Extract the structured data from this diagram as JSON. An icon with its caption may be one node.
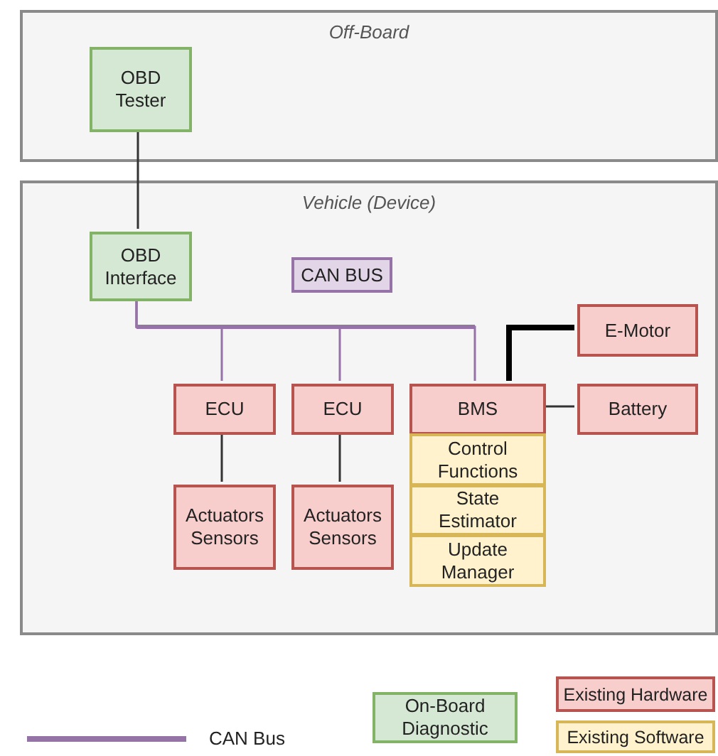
{
  "diagram": {
    "nodes": [
      {
        "text": [
          "Off-Board"
        ]
      },
      {
        "text": [
          "OBD Tester"
        ],
        "in": 0
      },
      {
        "text": [
          "Vehicle (Device)"
        ]
      },
      {
        "text": [
          "OBD Interface"
        ],
        "in": 2
      },
      {
        "text": [
          "CAN BUS"
        ],
        "in": 2
      },
      {
        "text": [
          "E-Motor"
        ],
        "in": 2
      },
      {
        "text": [
          "ECU"
        ],
        "in": 2
      },
      {
        "text": [
          "ECU"
        ],
        "in": 2
      },
      {
        "text": [
          "BMS"
        ],
        "in": 2
      },
      {
        "text": [
          "Battery"
        ],
        "in": 2
      },
      {
        "text": [
          "Control Functions"
        ],
        "in": 2
      },
      {
        "text": [
          "Actuators Sensors"
        ],
        "in": 2
      },
      {
        "text": [
          "Actuators Sensors"
        ],
        "in": 2
      },
      {
        "text": [
          "State Estimator"
        ],
        "in": 2
      },
      {
        "text": [
          "Update Manager"
        ],
        "in": 2
      }
    ],
    "edges": [
      {
        "from": 1,
        "to": 3,
        "arrow": "none"
      },
      {
        "from": 3,
        "to": 6,
        "arrow": "none",
        "color": "#9673a6"
      },
      {
        "from": 3,
        "to": 7,
        "arrow": "none",
        "color": "#9673a6"
      },
      {
        "from": 3,
        "to": 8,
        "arrow": "none",
        "color": "#9673a6"
      },
      {
        "from": 8,
        "to": 5,
        "arrow": "none",
        "style": "thick",
        "color": "#000000"
      },
      {
        "from": 8,
        "to": 9,
        "arrow": "none"
      },
      {
        "from": 6,
        "to": 11,
        "arrow": "none"
      },
      {
        "from": 7,
        "to": 12,
        "arrow": "none"
      }
    ],
    "legend": [
      {
        "text": "CAN Bus"
      },
      {
        "text": "On-Board Diagnostic",
        "color": "#d5e8d4"
      },
      {
        "text": "Existing Hardware",
        "color": "#f8cecc"
      },
      {
        "text": "Existing Software",
        "color": "#fff2cc"
      }
    ]
  }
}
